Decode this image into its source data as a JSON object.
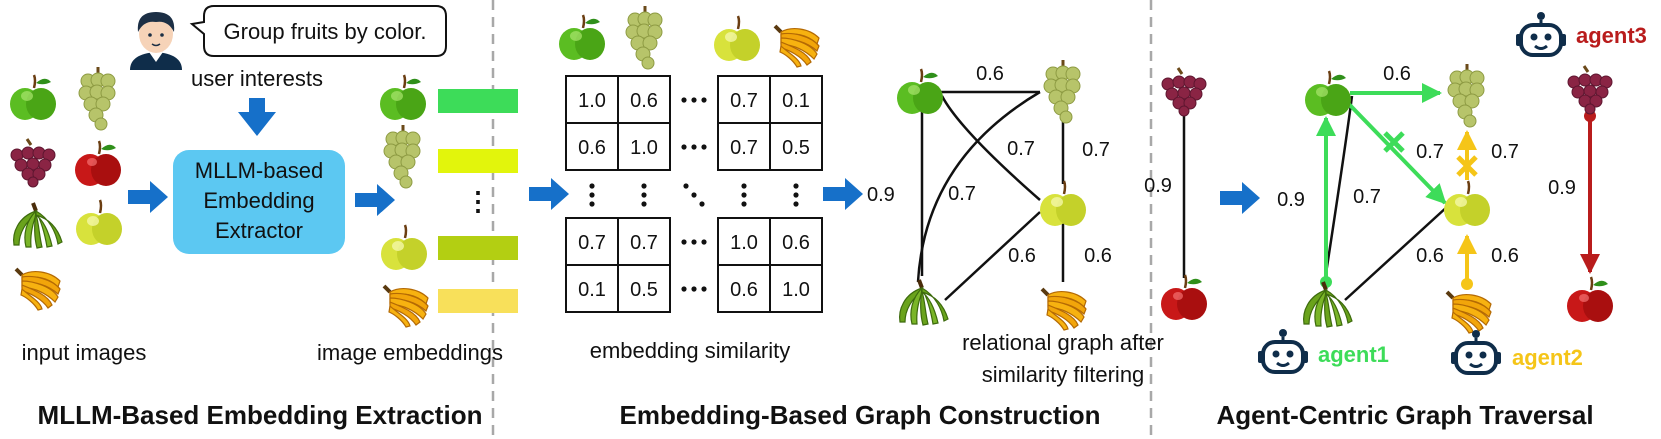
{
  "panels": {
    "panel1": {
      "title": "MLLM-Based Embedding Extraction",
      "speech": "Group fruits by color.",
      "user_interests": "user interests",
      "extractor": [
        "MLLM-based",
        "Embedding",
        "Extractor"
      ],
      "input_caption": "input images",
      "embed_caption": "image embeddings",
      "embedding_colors": [
        "#3ddc59",
        "#e2f50c",
        "#b3cf12",
        "#f8e05a"
      ]
    },
    "panel2": {
      "title": "Embedding-Based Graph Construction",
      "matrix": {
        "tl": [
          [
            "1.0",
            "0.6"
          ],
          [
            "0.6",
            "1.0"
          ]
        ],
        "tr": [
          [
            "0.7",
            "0.1"
          ],
          [
            "0.7",
            "0.5"
          ]
        ],
        "bl": [
          [
            "0.7",
            "0.7"
          ],
          [
            "0.1",
            "0.5"
          ]
        ],
        "br": [
          [
            "1.0",
            "0.6"
          ],
          [
            "0.6",
            "1.0"
          ]
        ]
      },
      "sim_caption": "embedding similarity",
      "graph_caption": [
        "relational graph after",
        "similarity filtering"
      ],
      "edges": {
        "apple_grape": "0.6",
        "apple_banana": "0.9",
        "cross1": "0.7",
        "cross2": "0.7",
        "grape_yapple": "0.7",
        "banana_yapple": "0.6",
        "yapple_orange": "0.6",
        "grapes_red": "0.9"
      }
    },
    "panel3": {
      "title": "Agent-Centric Graph Traversal",
      "edges": {
        "apple_grape": "0.6",
        "apple_yapple": "0.7",
        "banana_apple": "0.9",
        "banana_cross": "0.7",
        "orange_grape": "0.7",
        "banana_yapple": "0.6",
        "orange_yapple": "0.6",
        "grapes_red": "0.9"
      },
      "agents": [
        "agent1",
        "agent2",
        "agent3"
      ],
      "agent_colors": [
        "#3ddc59",
        "#f5c518",
        "#b91c1c"
      ]
    }
  },
  "colors": {
    "arrow_blue": "#1670c9",
    "box_blue": "#5cc8f2",
    "divider": "#a8a8a8"
  }
}
